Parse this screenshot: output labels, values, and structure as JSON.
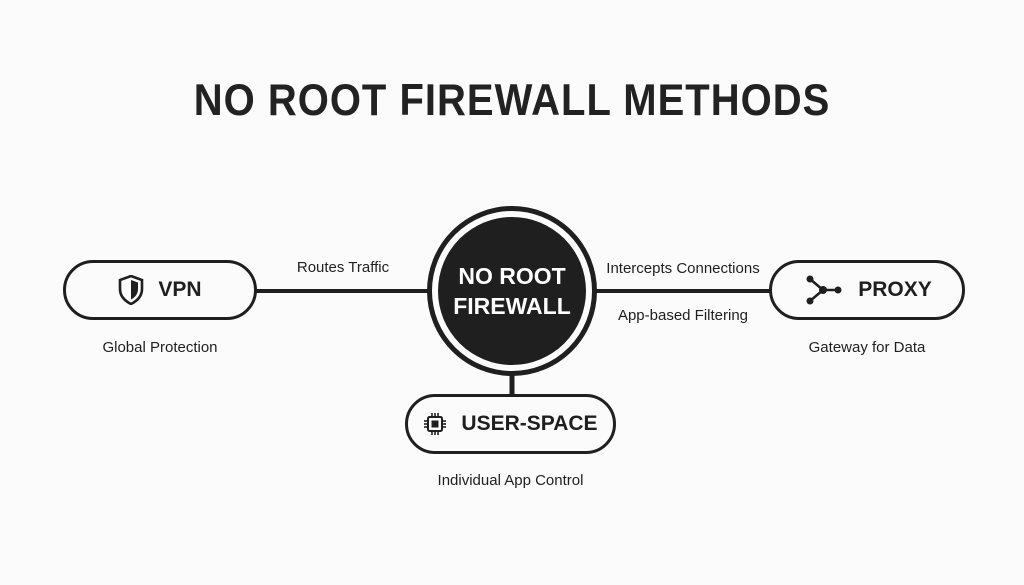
{
  "title": "NO ROOT FIREWALL METHODS",
  "hub": {
    "line1": "NO ROOT",
    "line2": "FIREWALL"
  },
  "nodes": {
    "vpn": {
      "label": "VPN",
      "icon": "shield-icon",
      "caption": "Global Protection"
    },
    "proxy": {
      "label": "PROXY",
      "icon": "network-nodes-icon",
      "caption": "Gateway for Data"
    },
    "userspace": {
      "label": "USER-SPACE",
      "icon": "cpu-chip-icon",
      "caption": "Individual App Control"
    }
  },
  "edges": {
    "vpn_label": "Routes Traffic",
    "proxy_label_top": "Intercepts Connections",
    "proxy_label_bottom": "App-based Filtering"
  },
  "colors": {
    "ink": "#1f1f1f",
    "background": "#fbfbfb",
    "hub_text": "#ffffff"
  }
}
